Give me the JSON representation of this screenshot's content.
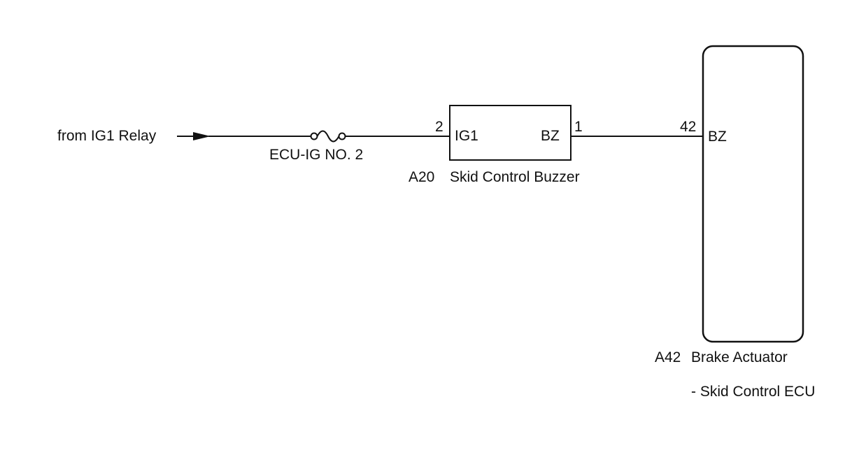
{
  "source": {
    "label": "from IG1 Relay"
  },
  "fuse": {
    "label": "ECU-IG NO. 2"
  },
  "buzzer": {
    "pin_left_number": "2",
    "pin_left_name": "IG1",
    "pin_right_name": "BZ",
    "pin_right_number": "1",
    "connector_code": "A20",
    "name": "Skid Control Buzzer"
  },
  "ecu": {
    "pin_number": "42",
    "pin_name": "BZ",
    "connector_code": "A42",
    "name_line1": "Brake Actuator",
    "name_line2": "- Skid Control ECU"
  },
  "colors": {
    "line": "#111111",
    "background": "#ffffff"
  }
}
